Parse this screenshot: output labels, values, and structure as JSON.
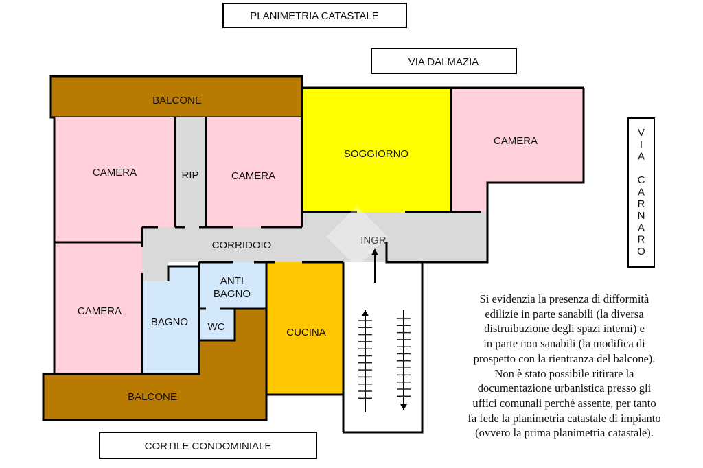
{
  "title": "PLANIMETRIA CATASTALE",
  "street_top": "VIA DALMAZIA",
  "street_right_letters": [
    "V",
    "I",
    "A",
    "",
    "C",
    "A",
    "R",
    "N",
    "A",
    "R",
    "O"
  ],
  "courtyard": "CORTILE CONDOMINIALE",
  "colors": {
    "balcone": "#B87A00",
    "camera": "#FFD0DA",
    "soggiorno": "#FFFF00",
    "corridoio": "#D9D9D9",
    "bagno": "#D4E8FC",
    "cucina": "#FFC800",
    "wall": "#000000"
  },
  "rooms": {
    "balcone_top": "BALCONE",
    "camera_nw": "CAMERA",
    "rip": "RIP",
    "camera_n": "CAMERA",
    "soggiorno": "SOGGIORNO",
    "camera_ne": "CAMERA",
    "corridoio": "CORRIDOIO",
    "ingr": "INGR",
    "camera_sw": "CAMERA",
    "bagno": "BAGNO",
    "antibagno_1": "ANTI",
    "antibagno_2": "BAGNO",
    "wc": "WC",
    "cucina": "CUCINA",
    "balcone_bottom": "BALCONE"
  },
  "stairs": {
    "up_steps": 12,
    "down_steps": 12
  },
  "note_lines": [
    "Si evidenzia la presenza di difformità",
    "edilizie in parte sanabili (la diversa",
    "distruibuzione degli spazi interni) e",
    "in parte non sanabili (la modifica di",
    "prospetto con la rientranza del balcone).",
    "Non è stato possibile ritirare la",
    "documentazione urbanistica presso gli",
    "uffici comunali perché assente, per tanto",
    "fa fede la planimetria catastale di impianto",
    "(ovvero la prima planimetria catastale)."
  ]
}
